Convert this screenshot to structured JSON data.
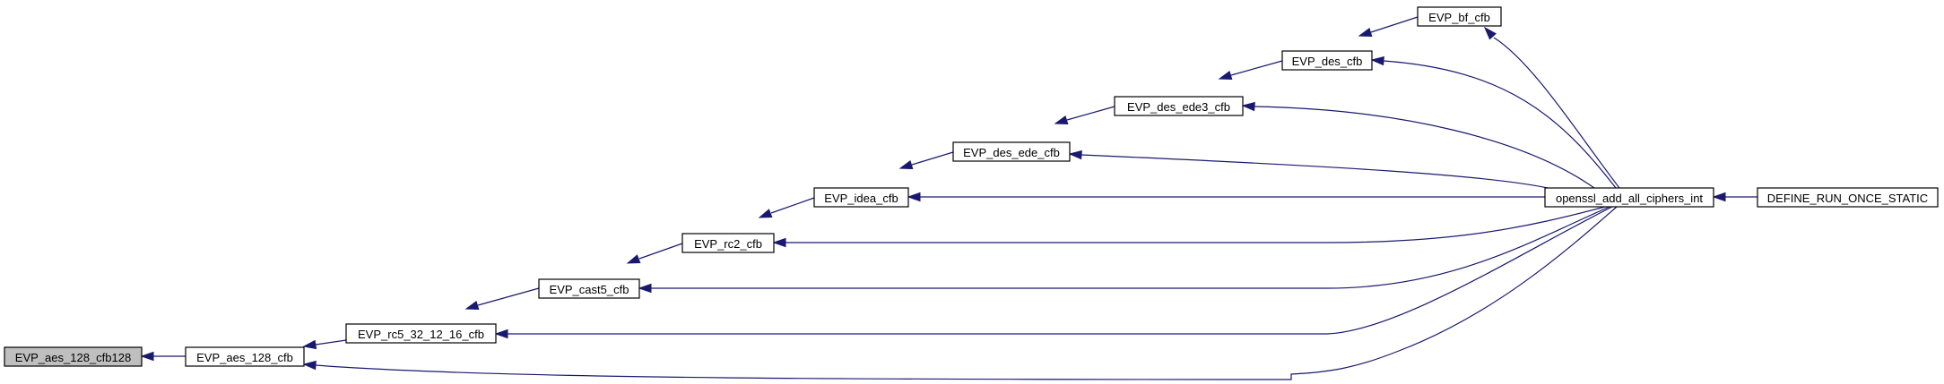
{
  "graph": {
    "colors": {
      "edge": "#191970",
      "highlight_fill": "#bfbfbf",
      "node_border": "#000000"
    },
    "nodes": [
      {
        "id": "aes128cfb128",
        "label": "EVP_aes_128_cfb128",
        "highlight": true
      },
      {
        "id": "aes128cfb",
        "label": "EVP_aes_128_cfb"
      },
      {
        "id": "rc5",
        "label": "EVP_rc5_32_12_16_cfb"
      },
      {
        "id": "cast5",
        "label": "EVP_cast5_cfb"
      },
      {
        "id": "rc2",
        "label": "EVP_rc2_cfb"
      },
      {
        "id": "idea",
        "label": "EVP_idea_cfb"
      },
      {
        "id": "desede",
        "label": "EVP_des_ede_cfb"
      },
      {
        "id": "desede3",
        "label": "EVP_des_ede3_cfb"
      },
      {
        "id": "des",
        "label": "EVP_des_cfb"
      },
      {
        "id": "bf",
        "label": "EVP_bf_cfb"
      },
      {
        "id": "addall",
        "label": "openssl_add_all_ciphers_int"
      },
      {
        "id": "define",
        "label": "DEFINE_RUN_ONCE_STATIC"
      }
    ],
    "edges": [
      {
        "from": "aes128cfb",
        "to": "aes128cfb128"
      },
      {
        "from": "rc5",
        "to": "aes128cfb"
      },
      {
        "from": "addall",
        "to": "aes128cfb"
      },
      {
        "from": "cast5",
        "to": "rc5"
      },
      {
        "from": "addall",
        "to": "rc5"
      },
      {
        "from": "rc2",
        "to": "cast5"
      },
      {
        "from": "addall",
        "to": "cast5"
      },
      {
        "from": "idea",
        "to": "rc2"
      },
      {
        "from": "addall",
        "to": "rc2"
      },
      {
        "from": "desede",
        "to": "idea"
      },
      {
        "from": "addall",
        "to": "idea"
      },
      {
        "from": "desede3",
        "to": "desede"
      },
      {
        "from": "addall",
        "to": "desede"
      },
      {
        "from": "des",
        "to": "desede3"
      },
      {
        "from": "addall",
        "to": "desede3"
      },
      {
        "from": "bf",
        "to": "des"
      },
      {
        "from": "addall",
        "to": "des"
      },
      {
        "from": "addall",
        "to": "bf"
      },
      {
        "from": "define",
        "to": "addall"
      }
    ]
  }
}
